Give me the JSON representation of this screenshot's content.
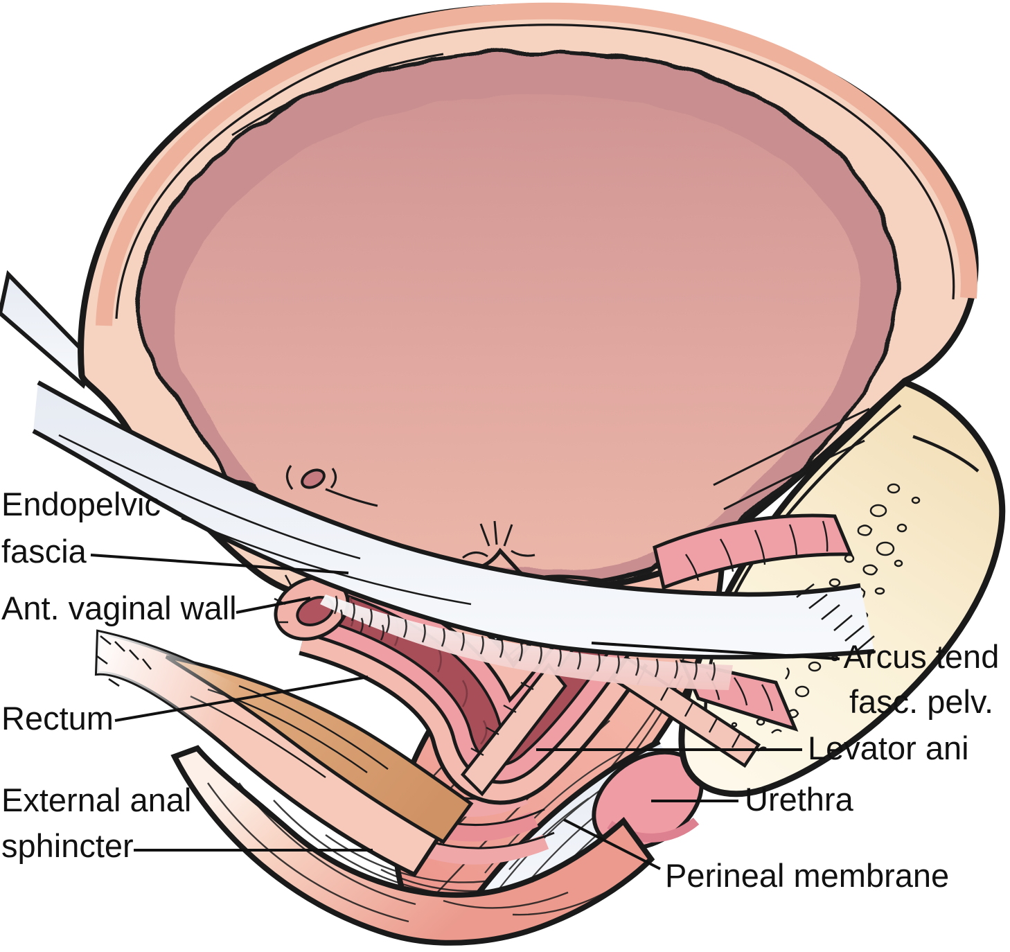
{
  "labels": {
    "endopelvic_fascia": {
      "lines": [
        "Endopelvic",
        "fascia"
      ]
    },
    "ant_vaginal_wall": {
      "lines": [
        "Ant. vaginal wall"
      ]
    },
    "rectum": {
      "lines": [
        "Rectum"
      ]
    },
    "external_anal_sphincter": {
      "lines": [
        "External anal",
        "sphincter"
      ]
    },
    "arcus_tend_fasc_pelv": {
      "lines": [
        "Arcus tend",
        "fasc. pelv."
      ]
    },
    "levator_ani": {
      "lines": [
        "Levator ani"
      ]
    },
    "urethra": {
      "lines": [
        "Urethra"
      ]
    },
    "perineal_membrane": {
      "lines": [
        "Perineal membrane"
      ]
    }
  },
  "palette": {
    "outline": "#1a1a1a",
    "text": "#111111",
    "bladder_wall": "#f6d2c1",
    "bladder_rim": "#eeb19b",
    "bladder_mucosa_ring": "#c98e90",
    "bladder_interior_top": "#d59b98",
    "bladder_interior_bottom": "#ecb7a9",
    "pubic_bone": "#f9efd4",
    "muscle_pink": "#ee9b92",
    "muscle_light": "#f6c3b2",
    "fascia_white": "#edf0f6",
    "vagina_lumen": "#a84e58",
    "vagina_wall": "#ef9ea3",
    "rectum_tan": "#d79d6f",
    "sphincter_pink": "#ec9c8f",
    "urethra_pink": "#f09ca4"
  }
}
